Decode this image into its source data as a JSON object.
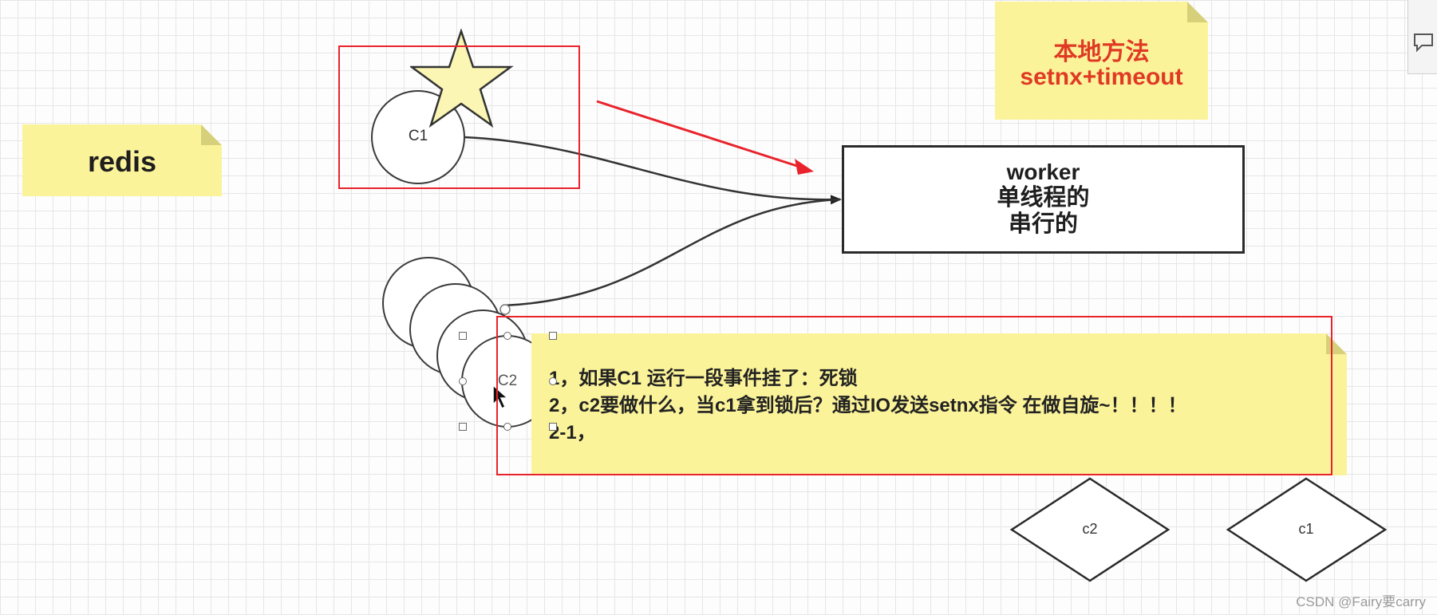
{
  "notes": {
    "redis": "redis",
    "local_method": {
      "line1": "本地方法",
      "line2": "setnx+timeout"
    },
    "main": {
      "lines": [
        "1，如果C1 运行一段事件挂了：死锁",
        "2，c2要做什么，当c1拿到锁后？通过IO发送setnx指令 在做自旋~！！！！",
        "2-1，"
      ]
    }
  },
  "worker": {
    "line1": "worker",
    "line2": "单线程的",
    "line3": "串行的"
  },
  "nodes": {
    "c1_circle": "C1",
    "c2_circle": "C2",
    "diamond_c2": "c2",
    "diamond_c1": "c1"
  },
  "watermark": "CSDN @Fairy要carry",
  "colors": {
    "note": "#fbf39a",
    "highlight": "#e8232b",
    "accent_text": "#e03a24",
    "star": "#fbf6b4"
  }
}
